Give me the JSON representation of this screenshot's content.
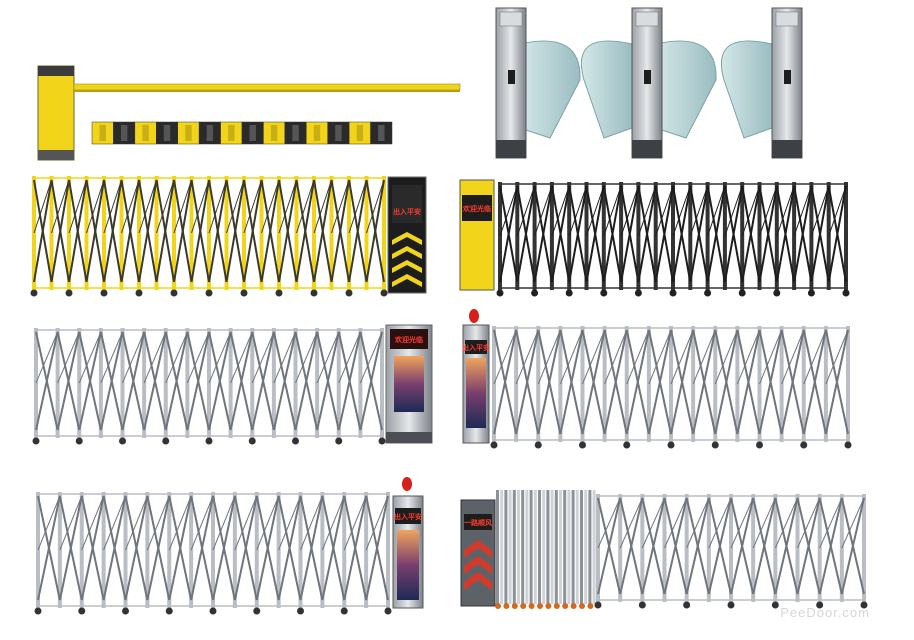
{
  "scene": {
    "description_kind": "product collage",
    "watermark_text": "PeeDoor.com",
    "colors": {
      "yellow": "#f2d51b",
      "steel": "#b9bec4",
      "steel_dark": "#6f757c",
      "black": "#1d1d1d",
      "glass": "#b7d3d6",
      "red_led": "#ff3b2f"
    }
  },
  "panels": {
    "gate_blackyellow_sign": "出入平安",
    "gate_black_sign": "欢迎光临",
    "gate_steel_screen_top": "欢迎光临",
    "gate_steel_screen_mid": "出入平安",
    "gate_bottom_left_screen": "出入平安",
    "gate_bottom_right_screen": "一路顺风"
  }
}
